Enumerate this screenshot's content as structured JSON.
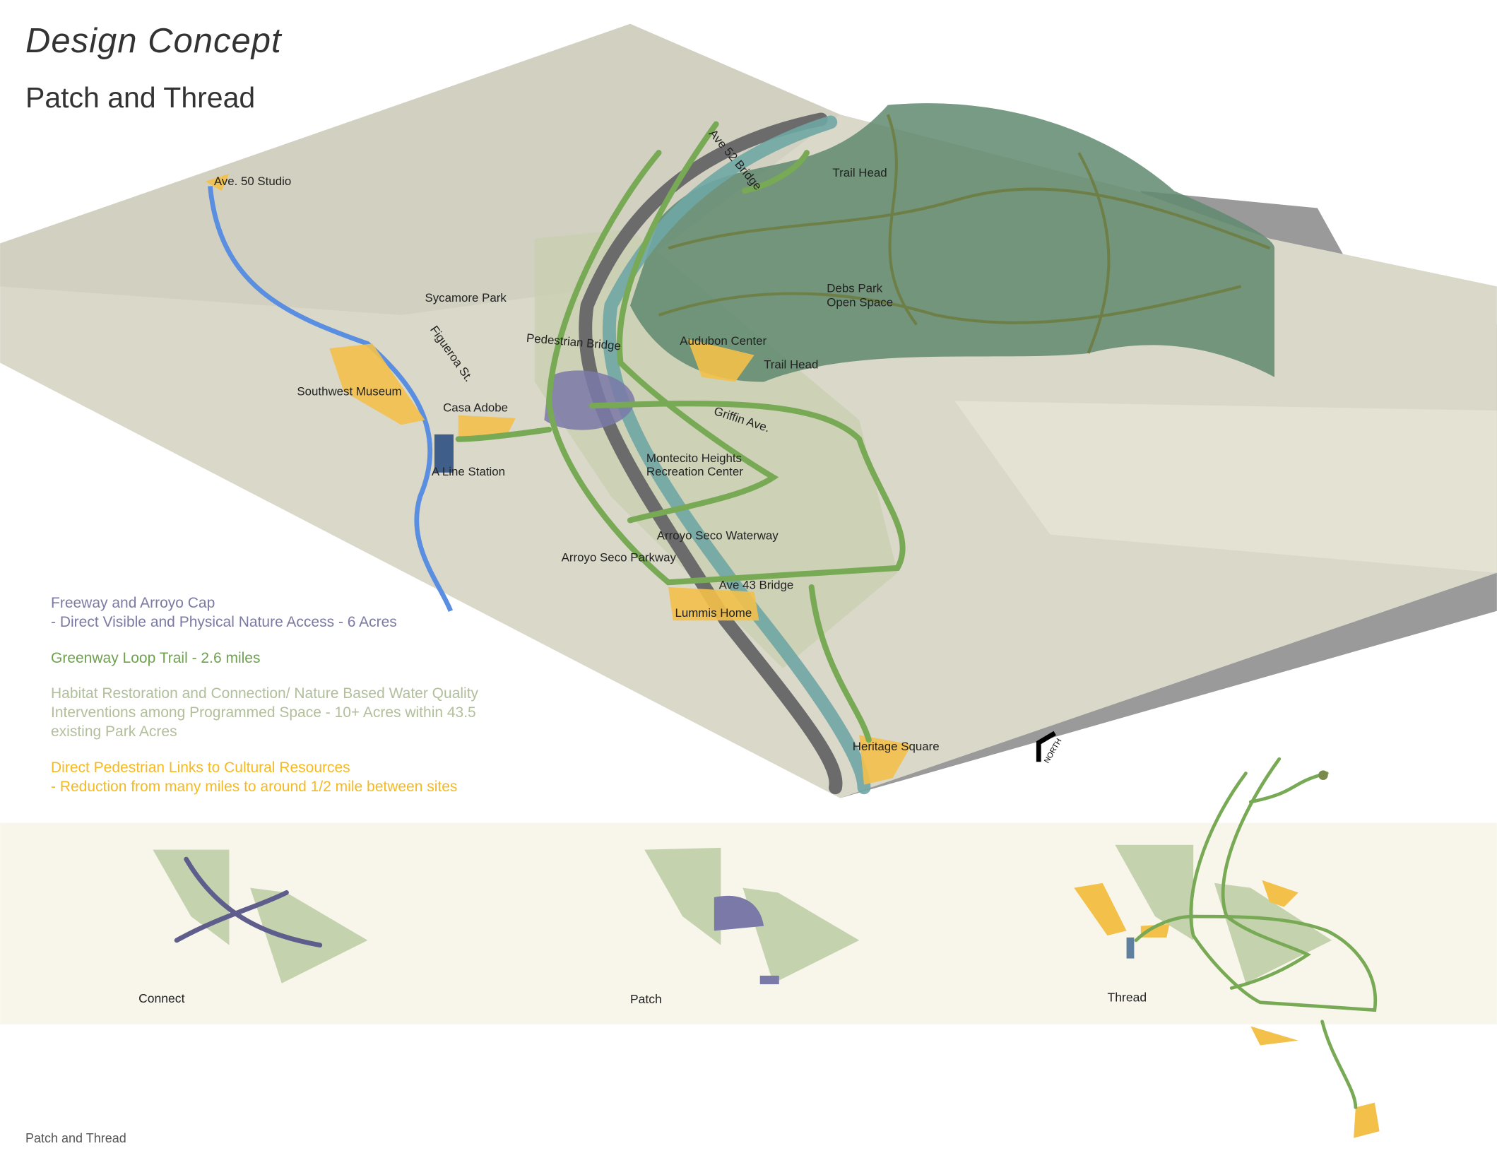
{
  "header": {
    "title": "Design Concept",
    "subtitle": "Patch and Thread"
  },
  "map_labels": {
    "ave50": "Ave. 50 Studio",
    "sycamore": "Sycamore Park",
    "figueroa": "Figueroa St.",
    "ped_bridge": "Pedestrian Bridge",
    "southwest": "Southwest Museum",
    "casa": "Casa Adobe",
    "aline": "A Line Station",
    "ave52": "Ave 52 Bridge",
    "trailhead1": "Trail Head",
    "debs1": "Debs Park",
    "debs2": "Open Space",
    "audubon": "Audubon Center",
    "trailhead2": "Trail Head",
    "griffin": "Griffin Ave.",
    "montecito1": "Montecito Heights",
    "montecito2": "Recreation Center",
    "waterway": "Arroyo Seco Waterway",
    "parkway": "Arroyo Seco Parkway",
    "ave43": "Ave 43 Bridge",
    "lummis": "Lummis Home",
    "heritage": "Heritage Square",
    "north": "NORTH"
  },
  "legend": [
    {
      "lines": [
        "Freeway and Arroyo Cap",
        "- Direct Visible and Physical Nature Access - 6 Acres"
      ],
      "color": "#7b7aa3"
    },
    {
      "lines": [
        "Greenway Loop Trail - 2.6 miles"
      ],
      "color": "#6fa14f"
    },
    {
      "lines": [
        "Habitat Restoration and Connection/ Nature Based Water Quality",
        "Interventions among Programmed Space - 10+ Acres within 43.5",
        "existing Park Acres"
      ],
      "color": "#b1bf9a"
    },
    {
      "lines": [
        "Direct Pedestrian Links to Cultural Resources",
        "- Reduction from many miles to around 1/2 mile between sites"
      ],
      "color": "#f5b921"
    }
  ],
  "diagrams": {
    "connect": "Connect",
    "patch": "Patch",
    "thread": "Thread"
  },
  "footer": "Patch and Thread",
  "colors": {
    "band": "#f8f6ea",
    "park": "#5f8a6f",
    "trail": "#78a955",
    "river": "#6fa6a4",
    "freeway": "#6b6b6b",
    "cultural": "#f3c04a",
    "cap": "#7a79a8",
    "metro": "#5a8ee0"
  }
}
